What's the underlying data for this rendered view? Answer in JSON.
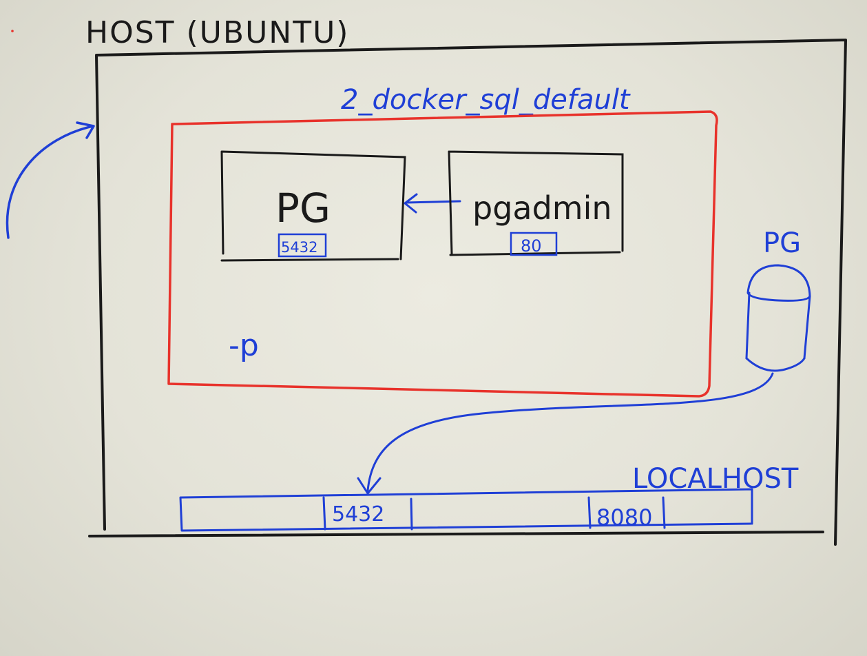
{
  "diagram": {
    "host_label": "HOST (UBUNTU)",
    "network_label": "2_docker_sql_default",
    "container_pg": {
      "label": "PG",
      "port": "5432"
    },
    "container_pgadmin": {
      "label": "pgadmin",
      "port": "80"
    },
    "publish_flag": "-p",
    "host_pg": {
      "label": "PG"
    },
    "localhost": {
      "label": "LOCALHOST",
      "ports": [
        "5432",
        "8080"
      ]
    },
    "colors": {
      "host_outline": "#1a1a1a",
      "network_outline": "#e8322b",
      "ink_blue": "#1f3fd6",
      "background": "#e9e8de"
    }
  }
}
